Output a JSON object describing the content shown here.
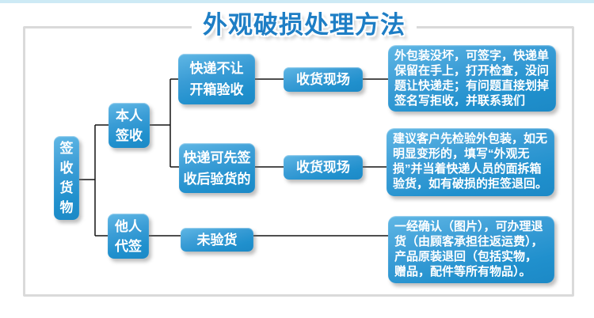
{
  "title": "外观破损处理方法",
  "flowchart": {
    "root": {
      "label": "签收货物"
    },
    "branch_self": {
      "label": "本人签收"
    },
    "branch_proxy": {
      "label": "他人代签"
    },
    "case_no_open": {
      "label": "快递不让开箱验收"
    },
    "case_sign_first": {
      "label": "快递可先签收后验货的"
    },
    "site_top": {
      "label": "收货现场"
    },
    "site_bottom": {
      "label": "收货现场"
    },
    "uninspected": {
      "label": "未验货"
    },
    "info_no_open": "外包装没坏，可签字，快递单保留在手上，打开检查，没问题让快递走；有问题直接划掉签名写拒收，并联系我们",
    "info_sign_first": "建议客户先检验外包装，如无明显变形的，填写“外观无损”并当着快递人员的面拆箱验货，如有破损的拒签退回。",
    "info_proxy": "一经确认（图片），可办理退货（由顾客承担往返运费），产品原装退回（包括实物，赠品，配件等所有物品）。"
  },
  "colors": {
    "node_blue_top": "#60b7e5",
    "node_blue_bottom": "#1c89c6",
    "title_blue": "#1e7ec5",
    "topbar_blue": "#cdeaf5",
    "frame_border": "#dadada",
    "connector_line": "#111111",
    "text_white": "#ffffff"
  }
}
